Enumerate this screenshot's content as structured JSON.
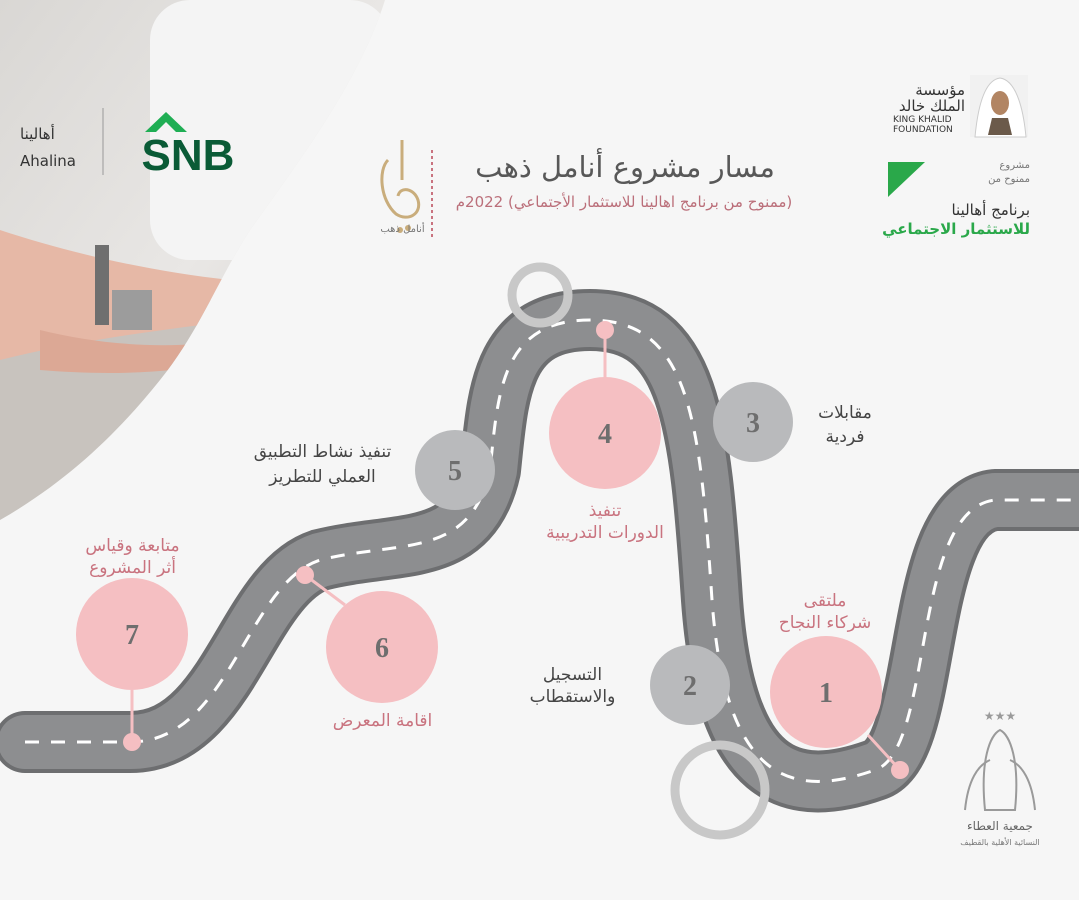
{
  "header": {
    "title": "مسار مشروع أنامل ذهب",
    "subtitle": "(ممنوح من برنامج اهالينا للاستثمار الأجتماعي) 2022م",
    "project_logo_text": "أنامل ذهب"
  },
  "sponsors": {
    "snb": {
      "logo_text": "SNB",
      "ahalina_ar": "أهالينا",
      "ahalina_en": "Ahalina"
    },
    "king_khalid": {
      "ar_line1": "مؤسسة",
      "ar_line2": "الملك خالد",
      "en_line1": "KING KHALID",
      "en_line2": "FOUNDATION"
    },
    "grant": {
      "line1": "مشروع",
      "line2": "ممنوح من"
    },
    "ahalina_program": {
      "line1": "برنامج أهالينا",
      "line2": "للاستثمار الاجتماعي"
    },
    "ataa": {
      "line1": "جمعية العطاء",
      "line2": "النسائية الأهلية بالقطيف"
    }
  },
  "steps": [
    {
      "number": "1",
      "label_lines": [
        "ملتقى",
        "شركاء النجاح"
      ]
    },
    {
      "number": "2",
      "label_lines": [
        "التسجيل",
        "والاستقطاب"
      ]
    },
    {
      "number": "3",
      "label_lines": [
        "مقابلات",
        "فردية"
      ]
    },
    {
      "number": "4",
      "label_lines": [
        "تنفيذ",
        "الدورات التدريبية"
      ]
    },
    {
      "number": "5",
      "label_lines": [
        "تنفيذ نشاط التطبيق",
        "العملي للتطريز"
      ]
    },
    {
      "number": "6",
      "label_lines": [
        "اقامة المعرض"
      ]
    },
    {
      "number": "7",
      "label_lines": [
        "متابعة وقياس",
        "أثر المشروع"
      ]
    }
  ],
  "colors": {
    "road": "#8d8e90",
    "road_lane": "#ffffff",
    "pink_circle": "#f5bfc2",
    "grey_circle": "#b9babc",
    "pink_text": "#c9737f",
    "snb_green": "#0a5b36",
    "ahalina_green": "#2aa84a"
  }
}
